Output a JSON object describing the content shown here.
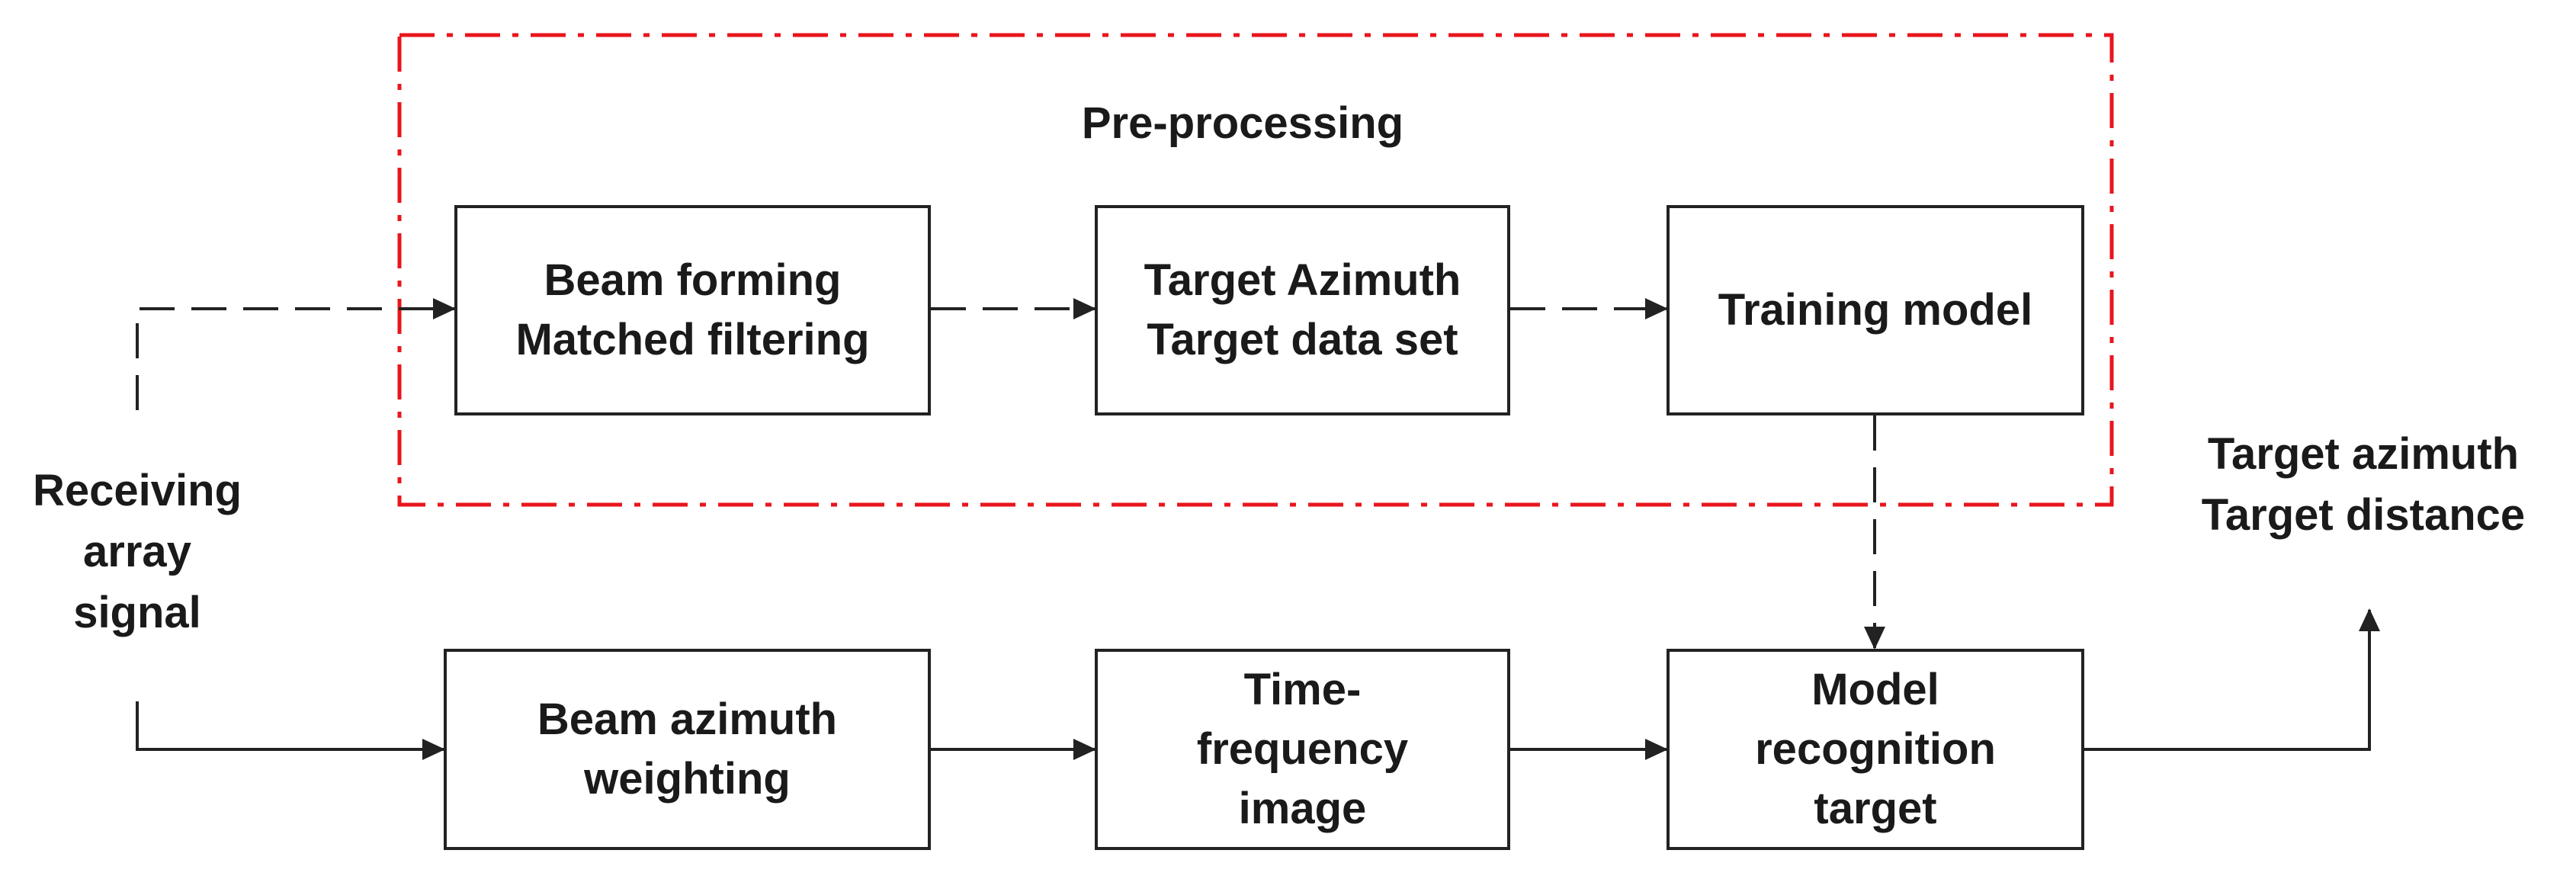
{
  "colors": {
    "stroke": "#222222",
    "region_border": "#e8161c",
    "text": "#1a1a1a"
  },
  "preprocessing": {
    "title": "Pre-processing"
  },
  "input": {
    "lines": [
      "Receiving",
      "array",
      "signal"
    ]
  },
  "output": {
    "lines": [
      "Target azimuth",
      "Target distance"
    ]
  },
  "boxes": {
    "beam_forming": {
      "lines": [
        "Beam forming",
        "Matched filtering"
      ]
    },
    "target_azimuth_dataset": {
      "lines": [
        "Target Azimuth",
        "Target data set"
      ]
    },
    "training_model": {
      "lines": [
        "Training model"
      ]
    },
    "beam_azimuth_weighting": {
      "lines": [
        "Beam azimuth",
        "weighting"
      ]
    },
    "time_frequency_image": {
      "lines": [
        "Time-",
        "frequency",
        "image"
      ]
    },
    "model_recognition_target": {
      "lines": [
        "Model",
        "recognition",
        "target"
      ]
    }
  }
}
